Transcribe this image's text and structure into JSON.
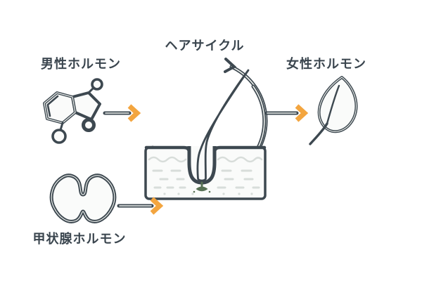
{
  "diagram": {
    "title": "ヘアサイクル",
    "labels": {
      "male": "男性ホルモン",
      "female": "女性ホルモン",
      "thyroid": "甲状腺ホルモン"
    },
    "icons": {
      "male": "molecule-icon",
      "center": "hair-follicle-skin-icon",
      "cycle": "cycle-arrow-icon",
      "female": "leaf-icon",
      "thyroid": "thyroid-gland-icon",
      "connector": "arrow-right-icon"
    },
    "colors": {
      "outline": "#3D4850",
      "core": "#EDF0ED",
      "fill": "#FAFBFA",
      "accent": "#F3A53F",
      "detail": "#D8DDDA",
      "papilla": "#577154",
      "text": "#3A454E",
      "background": "#FFFFFF"
    }
  }
}
